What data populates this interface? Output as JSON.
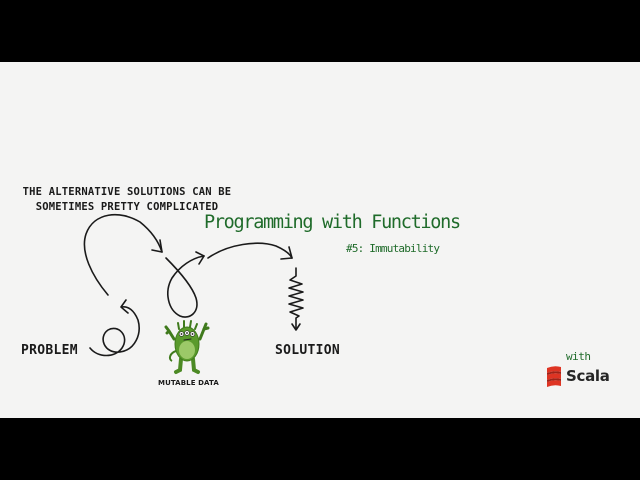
{
  "slide": {
    "caption_line1": "THE ALTERNATIVE SOLUTIONS CAN BE",
    "caption_line2": "SOMETIMES PRETTY COMPLICATED",
    "title": "Programming with Functions",
    "subtitle": "#5: Immutability",
    "problem_label": "PROBLEM",
    "solution_label": "SOLUTION",
    "monster_label": "MUTABLE DATA",
    "with_label": "with",
    "brand_label": "Scala"
  },
  "icons": {
    "monster": "green-monster-illustration",
    "scala_logo": "scala-logo-icon",
    "arrows": "hand-drawn-loop-arrows"
  },
  "colors": {
    "background": "#f4f4f3",
    "letterbox": "#000000",
    "title_green": "#1f6b2a",
    "ink": "#1a1a1a",
    "monster_green": "#5a9a2c",
    "scala_red": "#de3423"
  }
}
